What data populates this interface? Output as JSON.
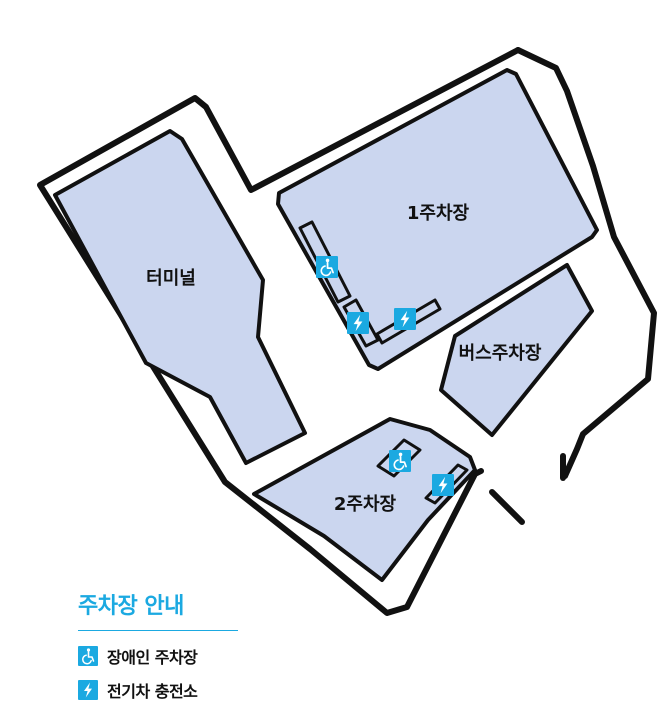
{
  "areas": {
    "terminal": "터미널",
    "lot1": "1주차장",
    "bus_lot": "버스주차장",
    "lot2": "2주차장"
  },
  "legend": {
    "title": "주차장 안내",
    "items": [
      {
        "label": "장애인 주차장",
        "icon": "wheelchair-icon"
      },
      {
        "label": "전기차 충전소",
        "icon": "ev-charging-icon"
      }
    ]
  },
  "colors": {
    "area_fill": "#cbd6ef",
    "outline": "#111111",
    "accent": "#1ba9e1"
  }
}
